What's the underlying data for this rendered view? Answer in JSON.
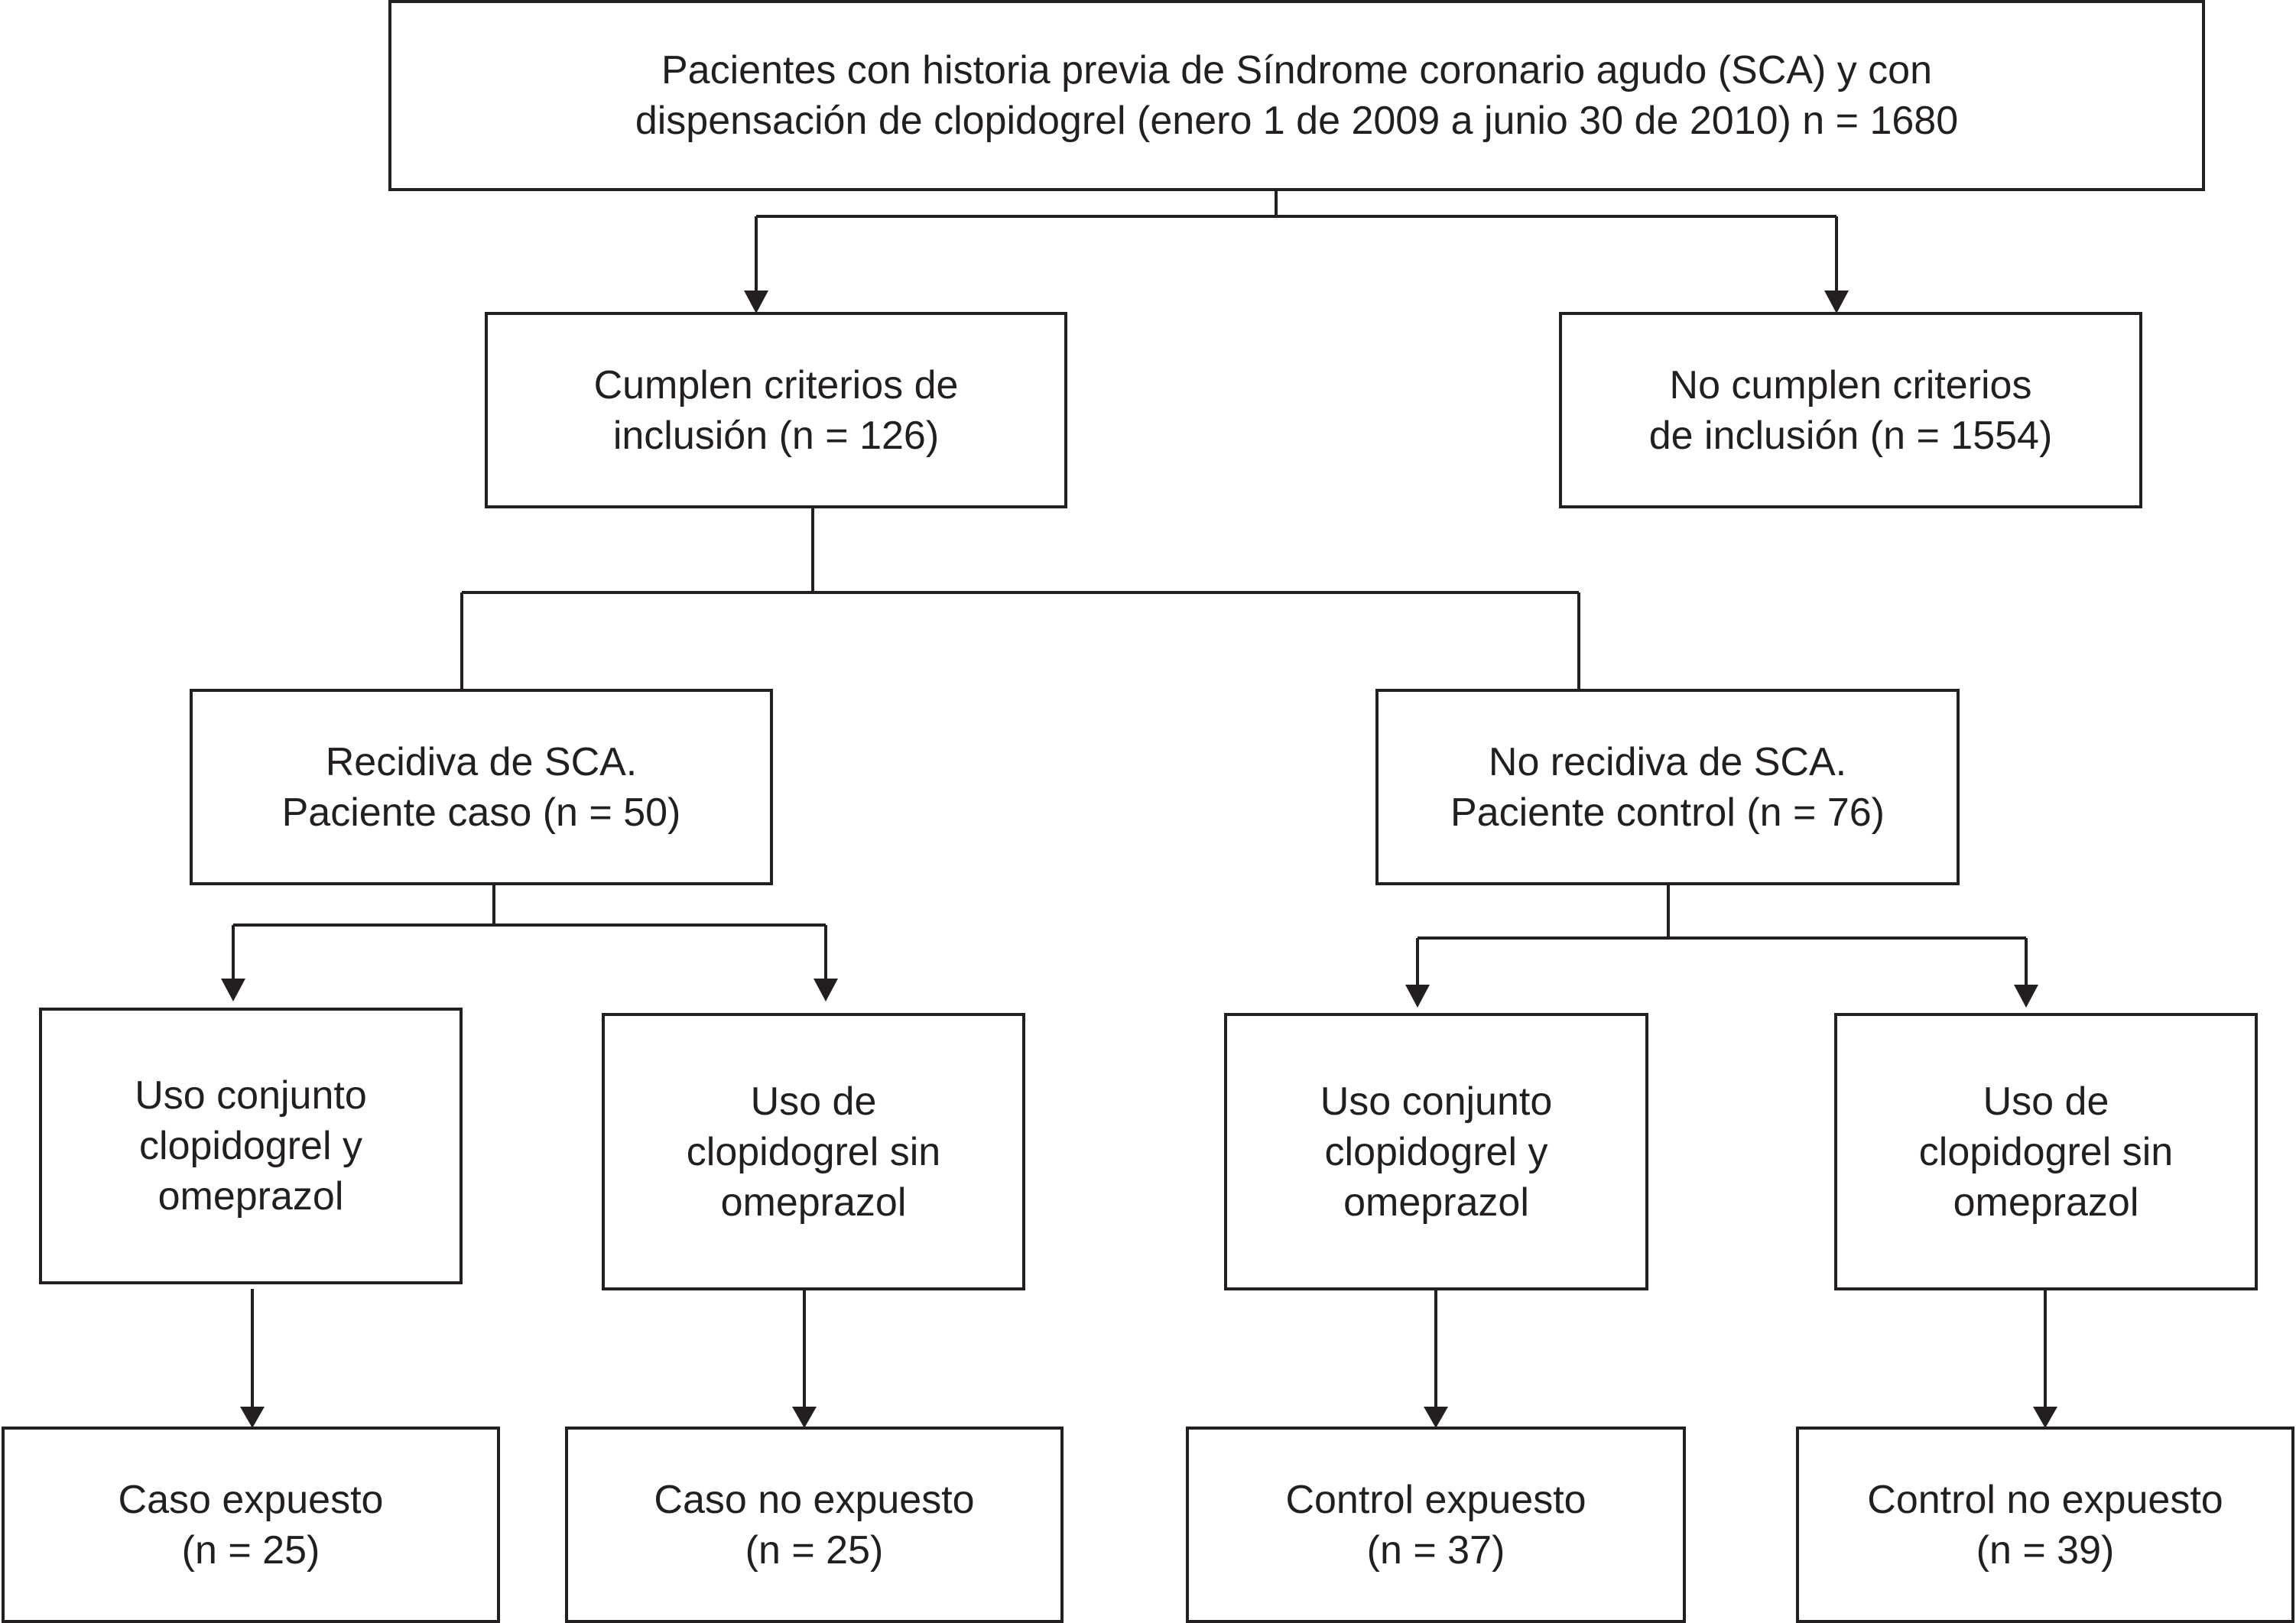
{
  "colors": {
    "line": "#231f20",
    "text": "#231f20",
    "background": "#ffffff"
  },
  "boxes": {
    "root": {
      "lines": [
        "Pacientes con historia previa de Síndrome coronario agudo (SCA) y con",
        "dispensación de clopidogrel (enero 1 de 2009 a junio 30 de 2010) n = 1680"
      ]
    },
    "included": {
      "lines": [
        "Cumplen criterios de",
        "inclusión (n = 126)"
      ]
    },
    "excluded": {
      "lines": [
        "No cumplen criterios",
        "de inclusión (n = 1554)"
      ]
    },
    "cases": {
      "lines": [
        "Recidiva de SCA.",
        "Paciente caso (n = 50)"
      ]
    },
    "controls": {
      "lines": [
        "No recidiva de SCA.",
        "Paciente control (n = 76)"
      ]
    },
    "case_combined": {
      "lines": [
        "Uso conjunto",
        "clopidogrel y",
        "omeprazol"
      ]
    },
    "case_alone": {
      "lines": [
        "Uso de",
        "clopidogrel sin",
        "omeprazol"
      ]
    },
    "control_combined": {
      "lines": [
        "Uso conjunto",
        "clopidogrel y",
        "omeprazol"
      ]
    },
    "control_alone": {
      "lines": [
        "Uso de",
        "clopidogrel sin",
        "omeprazol"
      ]
    },
    "case_exposed": {
      "lines": [
        "Caso expuesto",
        "(n = 25)"
      ]
    },
    "case_unexposed": {
      "lines": [
        "Caso no expuesto",
        "(n = 25)"
      ]
    },
    "control_exposed": {
      "lines": [
        "Control expuesto",
        "(n = 37)"
      ]
    },
    "control_unexposed": {
      "lines": [
        "Control no expuesto",
        "(n = 39)"
      ]
    }
  }
}
